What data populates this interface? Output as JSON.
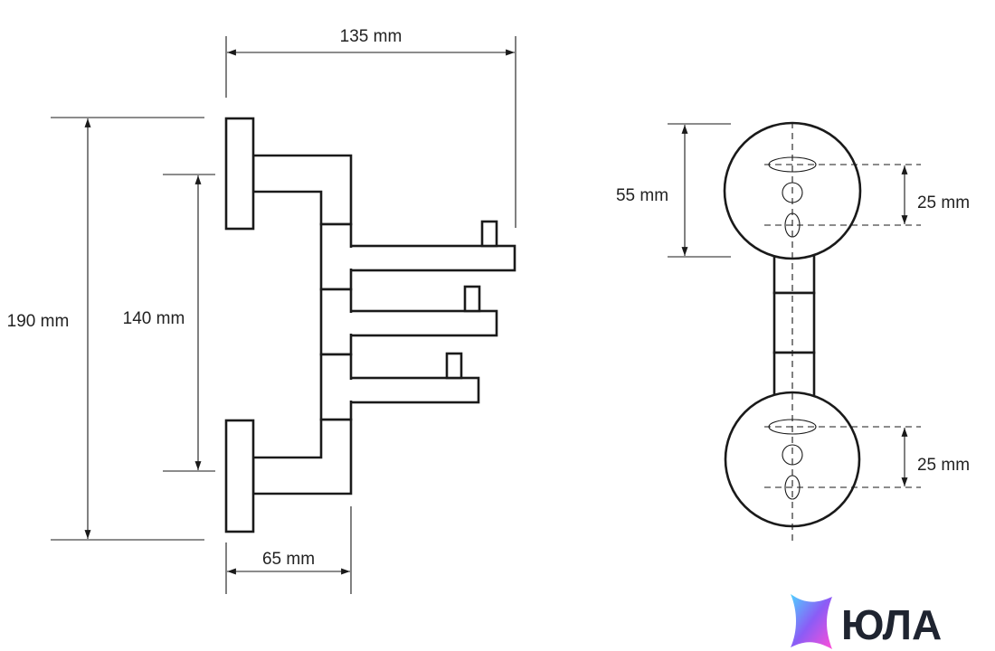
{
  "dimensions": {
    "width_top": "135 mm",
    "height_total": "190 mm",
    "height_inner": "140 mm",
    "depth_bottom": "65 mm",
    "plate_diameter": "55 mm",
    "hole_spacing_top": "25 mm",
    "hole_spacing_bottom": "25 mm"
  },
  "logo": {
    "text": "ЮЛА",
    "colors": [
      "#4fd1ff",
      "#8b5cf6",
      "#ff4fd8"
    ]
  },
  "colors": {
    "line": "#1a1a1a",
    "background": "#ffffff"
  }
}
